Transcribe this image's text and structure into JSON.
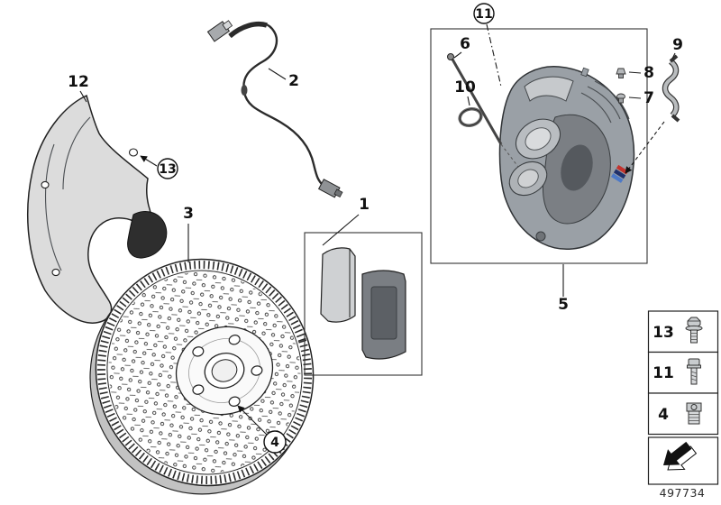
{
  "callouts": {
    "1": "1",
    "2": "2",
    "3": "3",
    "4": "4",
    "5": "5",
    "6": "6",
    "7": "7",
    "8": "8",
    "9": "9",
    "10": "10",
    "11": "11",
    "12": "12",
    "13": "13"
  },
  "legend": {
    "rows": [
      {
        "label": "13",
        "icon": "flange-bolt-icon"
      },
      {
        "label": "11",
        "icon": "torx-screw-icon"
      },
      {
        "label": "4",
        "icon": "plug-screw-icon"
      }
    ],
    "direction_icon": "direction-arrow-icon"
  },
  "footer": {
    "part_number": "497734"
  },
  "colors": {
    "line": "#222222",
    "shield_fill": "#dcdcdc",
    "caliper_fill": "#9aa0a6",
    "caliper_dark": "#7b7f84",
    "pad_fill": "#7a7e83",
    "m_blue": "#4d79c7",
    "m_navy": "#20306b",
    "m_red": "#c2322d"
  },
  "icons": {
    "flange_bolt": "flange-bolt-icon",
    "torx_screw": "torx-screw-icon",
    "plug_screw": "plug-screw-icon",
    "direction_arrow": "direction-arrow-icon"
  }
}
